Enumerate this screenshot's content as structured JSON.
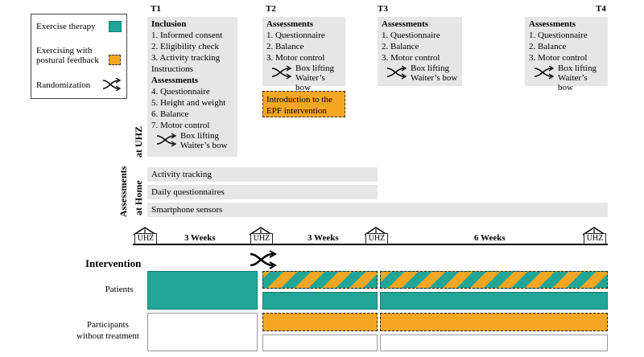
{
  "legend": {
    "exercise_therapy": "Exercise therapy",
    "exercising_feedback_line1": "Exercising with",
    "exercising_feedback_line2": "postural feedback",
    "randomization": "Randomization"
  },
  "timepoints": {
    "t1": "T1",
    "t2": "T2",
    "t3": "T3",
    "t4": "T4"
  },
  "t1_box": {
    "inclusion": "Inclusion",
    "items": [
      "1. Informed consent",
      "2. Eligibility check",
      "3. Activity tracking",
      "Instructions"
    ],
    "assessments": "Assessments",
    "assess_items": [
      "4. Questionnaire",
      "5. Height and weight",
      "6. Balance",
      "7. Motor control"
    ],
    "sub1": "Box lifting",
    "sub2": "Waiter’s bow"
  },
  "t2_box": {
    "assessments": "Assessments",
    "items": [
      "1. Questionnaire",
      "2. Balance",
      "3. Motor control"
    ],
    "sub1": "Box lifting",
    "sub2": "Waiter’s bow"
  },
  "t2_intro": {
    "line1": "Introduction to the",
    "line2": "EPF intervention"
  },
  "t3_box": {
    "assessments": "Assessments",
    "items": [
      "1. Questionnaire",
      "2. Balance",
      "3. Motor control"
    ],
    "sub1": "Box lifting",
    "sub2": "Waiter’s bow"
  },
  "t4_box": {
    "assessments": "Assessments",
    "items": [
      "1. Questionnaire",
      "2. Balance",
      "3. Motor control"
    ],
    "sub1": "Box lifting",
    "sub2": "Waiter’s bow"
  },
  "side_labels": {
    "assessments": "Assessments",
    "at_uhz": "at UHZ",
    "at_home": "at Home"
  },
  "home_strips": [
    "Activity tracking",
    "Daily questionnaires",
    "Smartphone sensors"
  ],
  "timeline": {
    "uhz": "UHZ",
    "weeks": [
      "3 Weeks",
      "3 Weeks",
      "6 Weeks"
    ]
  },
  "intervention": {
    "title": "Intervention",
    "patients": "Patients",
    "participants_line1": "Participants",
    "participants_line2": "without treatment"
  },
  "colors": {
    "teal": "#21a597",
    "orange": "#f5a623",
    "gray": "#e6e6e7"
  }
}
